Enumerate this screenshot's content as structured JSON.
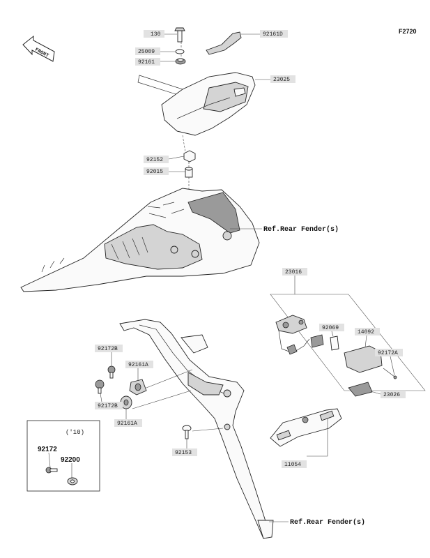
{
  "diagram": {
    "figure_code": "F2720",
    "front_marker": "FRONT",
    "references": {
      "rear_fender_upper": "Ref.Rear Fender(s)",
      "rear_fender_lower": "Ref.Rear Fender(s)"
    },
    "part_labels": {
      "p130": "130",
      "p92161D": "92161D",
      "p25009": "25009",
      "p92161": "92161",
      "p23025": "23025",
      "p92152": "92152",
      "p92015": "92015",
      "p23016": "23016",
      "p92069": "92069",
      "p14092": "14092",
      "p92172A": "92172A",
      "p23026": "23026",
      "p92172B_top": "92172B",
      "p92161A_top": "92161A",
      "p92172B_bottom": "92172B",
      "p92161A_bottom": "92161A",
      "p92153": "92153",
      "p11054": "11054"
    },
    "inset": {
      "year": "('10)",
      "part_a": "92172",
      "part_b": "92200"
    }
  }
}
